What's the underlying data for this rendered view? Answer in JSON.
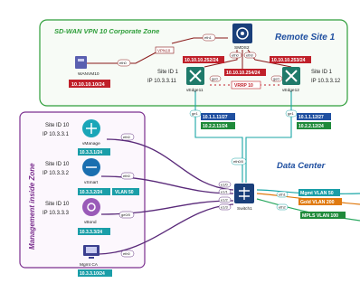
{
  "zones": {
    "sdwan": "SD-WAN VPN 10 Corporate Zone",
    "remote": "Remote Site 1",
    "datacenter": "Data Center",
    "management": "Management inside Zone"
  },
  "nodes": {
    "wanvm": {
      "label": "WANVM10",
      "ip_tag": "10.10.10.10/24"
    },
    "sdwanhub": {
      "label": "SMDS2"
    },
    "edge11": {
      "site": "Site ID 1",
      "ip": "IP 10.3.3.11",
      "label": "vEdge11"
    },
    "edge12": {
      "site": "Site ID 1",
      "ip": "IP 10.3.3.12",
      "label": "vEdge12"
    },
    "vmanage": {
      "site": "Site ID 10",
      "ip": "IP 10.3.3.1",
      "label": "vManage",
      "tag": "10.3.3.1/24"
    },
    "vsmart": {
      "site": "Site ID 10",
      "ip": "IP 10.3.3.2",
      "label": "vSmart",
      "tag": "10.3.3.2/24",
      "vlan": "VLAN 50"
    },
    "vbond": {
      "site": "Site ID 10",
      "ip": "IP 10.3.3.3",
      "label": "vBond",
      "tag": "10.3.3.3/24"
    },
    "mgmt_ca": {
      "label": "Mgmt CA",
      "tag": "10.3.3.10/24"
    },
    "switch": {
      "label": "Switch1"
    }
  },
  "tags": {
    "vpn10": "VPN10",
    "net_left": "10.10.10.252/24",
    "net_mid": "10.10.10.254/24",
    "net_right": "10.10.10.253/24",
    "vrrp": "VRRP 10",
    "e11_a": "10.1.1.11/27",
    "e11_b": "10.2.2.11/24",
    "e12_a": "10.1.1.12/27",
    "e12_b": "10.2.2.12/24",
    "mgmt_vlan": "Mgmt VLAN 50",
    "gold_vlan": "Gold VLAN 200",
    "mpls_vlan": "MPLS VLAN 100"
  },
  "ports": {
    "e_wan": "eth0",
    "e_hub1": "eth1",
    "e_hub2": "eth0",
    "e_hub3": "eth0",
    "e_g11": "ge0",
    "e_g12": "ge0",
    "e_dc11": "ge1",
    "e_dc12": "ge1",
    "e_vm": "eth0",
    "e_vs": "eth0",
    "e_vb": "ge0/0",
    "e_ca": "eth0",
    "s_top": "eth0/0",
    "s_1": "e1/0",
    "s_2": "e1/1",
    "s_3": "e1/2",
    "s_4": "e1/3",
    "s_r1": "eth1",
    "s_r2": "eth2"
  },
  "colors": {
    "green_border": "#2e9e3a",
    "purple_border": "#7b2f8f",
    "node_dark": "#1f7a6a",
    "tag_red": "#c0202a",
    "tag_blue": "#1f4fa0",
    "tag_green": "#1f8a3a",
    "tag_teal": "#1a9ea8",
    "tag_orange": "#e07a10",
    "cable_purple": "#5a2a7a",
    "cable_teal": "#1aa6a6",
    "cable_green": "#2aa860"
  }
}
